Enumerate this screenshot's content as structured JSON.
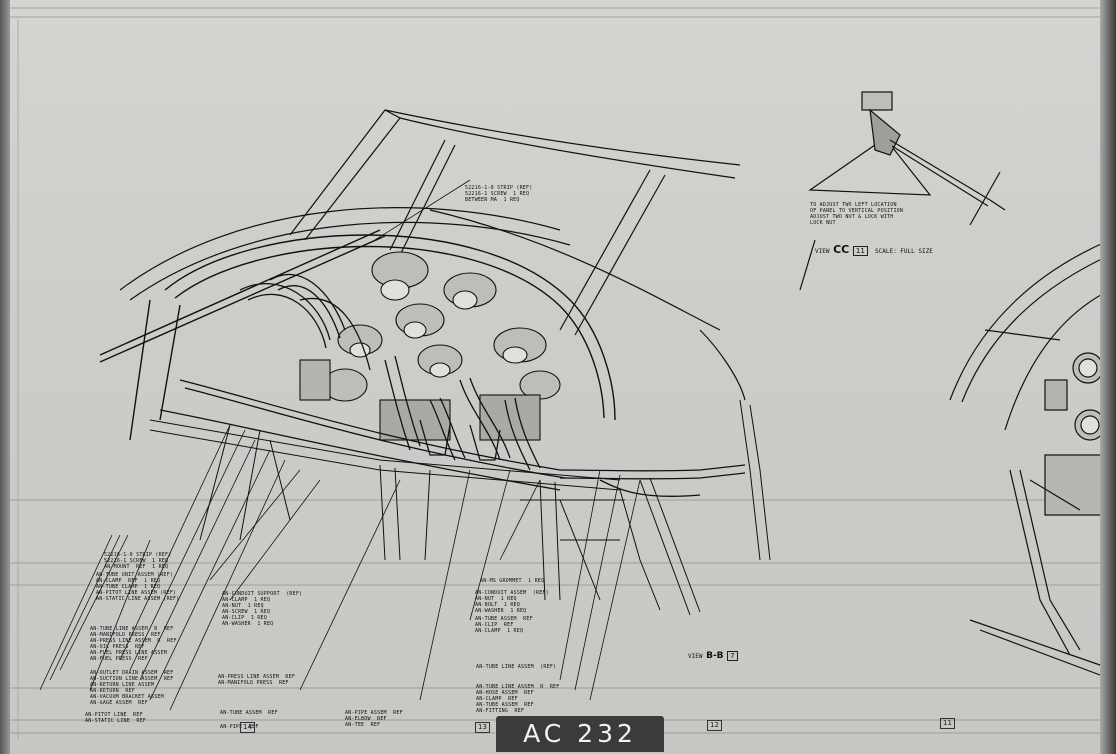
{
  "drawing_number": "AC 232",
  "view_cc": {
    "prefix": "VIEW",
    "letters": "CC",
    "scale_note": "SCALE: FULL SIZE",
    "ref": "11",
    "adjust_note": [
      "TO ADJUST TWO LEFT LOCATION",
      "OF PANEL TO VERTICAL POSITION",
      "ADJUST TWO NUT & LOCK WITH",
      "LOCK NUT"
    ]
  },
  "section_bb": {
    "prefix": "VIEW",
    "letters": "B-B",
    "ref": "7"
  },
  "grid_numbers": [
    "14",
    "13",
    "12",
    "11"
  ],
  "annotations": {
    "top": [
      "52216-1-0 STRIP (REF)",
      "52216-1 SCREW  1 REQ",
      "BETWEEN MA  1 REQ"
    ],
    "left_upper": [
      "52216-1-0 STRIP (REF)",
      "52216-1 SCREW  1 REQ",
      "AN-MOUNT  REF  1 REQ"
    ],
    "left_mid": [
      "AN-TUBE UNIT ASSEM (REF)",
      "AN-CLAMP  REF  1 REQ",
      "AN-TUBE CLAMP  1 REQ",
      "AN-PITOT LINE ASSEM (REF)",
      "AN-STATIC LINE ASSEM (REF)"
    ],
    "left_lower": [
      "AN-TUBE LINE ASSEM  R  REF",
      "AN-MANIFOLD PRESS  REF",
      "AN-PRESS LINE ASSEM  R  REF",
      "AN-OIL PRESS  REF",
      "AN-FUEL PRESS LINE ASSEM",
      "AN-FUEL PRESS  REF"
    ],
    "left_bottom": [
      "AN-OUTLET DRAIN ASSEM  REF",
      "AN-SUCTION LINE ASSEM  REF",
      "AN-RETURN LINE ASSEM",
      "AN-RETURN  REF",
      "AN-VACUUM BRACKET ASSEM",
      "AN-GAGE ASSEM  REF"
    ],
    "left_base": [
      "AN-PITOT LINE  REF",
      "AN-STATIC LINE  REF"
    ],
    "center_left": [
      "AN-CONDUIT SUPPORT  (REF)",
      "AN-CLAMP  1 REQ",
      "AN-NUT  1 REQ",
      "AN-SCREW  1 REQ",
      "AN-CLIP  1 REQ",
      "AN-WASHER  1 REQ"
    ],
    "center_right": [
      "AN-CONDUIT ASSEM  (REF)",
      "AN-NUT  1 REQ",
      "AN-BOLT  1 REQ",
      "AN-WASHER  1 REQ"
    ],
    "center_right_lower": [
      "AN-TUBE ASSEM  REF",
      "AN-CLIP  REF",
      "AN-CLAMP  1 REQ"
    ],
    "grommet": "AN-MS GROMMET  1 REQ",
    "center_bottom": [
      "AN-TUBE LINE ASSEM  (REF)"
    ],
    "bottom_left": [
      "AN-PRESS LINE ASSEM  REF",
      "AN-MANIFOLD PRESS  REF"
    ],
    "bottom_center": [
      "AN-PIPE ASSEM  REF",
      "AN-ELBOW  REF",
      "AN-TEE  REF"
    ],
    "bottom_right": [
      "AN-TUBE LINE ASSEM  R  REF",
      "AN-HOSE ASSEM  REF",
      "AN-CLAMP  REF",
      "AN-TUBE ASSEM  REF",
      "AN-FITTING  REF"
    ],
    "bottom_right_mid": [
      "AN-TUBE ASSEM  REF"
    ],
    "bottom_base": [
      "AN-PIPE  REF"
    ]
  }
}
